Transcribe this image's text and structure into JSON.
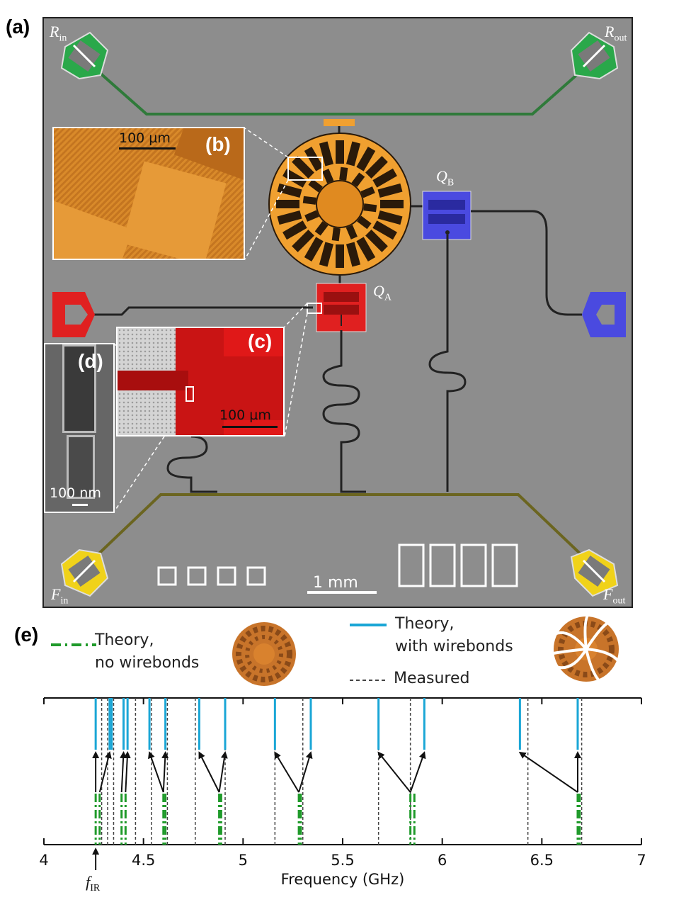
{
  "panels": {
    "a": "(a)",
    "b": "(b)",
    "c": "(c)",
    "d": "(d)",
    "e": "(e)"
  },
  "chip_labels": {
    "r_in": {
      "main": "R",
      "sub": "in"
    },
    "r_out": {
      "main": "R",
      "sub": "out"
    },
    "f_in": {
      "main": "F",
      "sub": "in"
    },
    "f_out": {
      "main": "F",
      "sub": "out"
    },
    "q_a": {
      "main": "Q",
      "sub": "A"
    },
    "q_b": {
      "main": "Q",
      "sub": "B"
    }
  },
  "scale_bars": {
    "b": "100 µm",
    "c": "100 µm",
    "d": "100 nm",
    "chip": "1 mm"
  },
  "legend": {
    "no_wirebonds_line1": "Theory,",
    "no_wirebonds_line2": "no wirebonds",
    "with_wirebonds_line1": "Theory,",
    "with_wirebonds_line2": "with wirebonds",
    "measured": "Measured"
  },
  "colors": {
    "readout": "#2aa84a",
    "flux": "#f0d21a",
    "qubit_a": "#e02020",
    "qubit_b": "#4a4ae0",
    "resonator": "#f0a030",
    "theory_no_wb": "#1f9a2a",
    "theory_with_wb": "#1aa6d6",
    "measured": "#444444"
  },
  "chart_data": {
    "type": "spectrum",
    "xlabel": "Frequency (GHz)",
    "xlim": [
      4,
      7
    ],
    "ticks": [
      4,
      4.5,
      5,
      5.5,
      6,
      6.5,
      7
    ],
    "tick_labels": [
      "4",
      "4.5",
      "5",
      "5.5",
      "6",
      "6.5",
      "7"
    ],
    "special_marker": {
      "x": 4.26,
      "label_main": "f",
      "label_sub": "IR"
    },
    "series": [
      {
        "name": "Theory, no wirebonds",
        "values": [
          4.26,
          4.28,
          4.39,
          4.41,
          4.6,
          4.61,
          4.88,
          4.89,
          5.28,
          5.29,
          5.84,
          5.86,
          6.68,
          6.69
        ]
      },
      {
        "name": "Theory, with wirebonds",
        "values": [
          4.26,
          4.33,
          4.34,
          4.4,
          4.42,
          4.53,
          4.61,
          4.78,
          4.91,
          5.16,
          5.34,
          5.68,
          5.91,
          6.39,
          6.68
        ]
      },
      {
        "name": "Measured",
        "values": [
          4.29,
          4.32,
          4.35,
          4.46,
          4.54,
          4.62,
          4.76,
          4.91,
          5.16,
          5.3,
          5.68,
          5.84,
          6.43,
          6.7
        ]
      }
    ],
    "arrows": [
      {
        "from": 4.26,
        "to": 4.26
      },
      {
        "from": 4.28,
        "to": 4.33
      },
      {
        "from": 4.39,
        "to": 4.4
      },
      {
        "from": 4.41,
        "to": 4.42
      },
      {
        "from": 4.6,
        "to": 4.53
      },
      {
        "from": 4.6,
        "to": 4.61
      },
      {
        "from": 4.88,
        "to": 4.78
      },
      {
        "from": 4.88,
        "to": 4.91
      },
      {
        "from": 5.28,
        "to": 5.16
      },
      {
        "from": 5.28,
        "to": 5.34
      },
      {
        "from": 5.84,
        "to": 5.68
      },
      {
        "from": 5.84,
        "to": 5.91
      },
      {
        "from": 6.68,
        "to": 6.39
      },
      {
        "from": 6.68,
        "to": 6.68
      }
    ]
  }
}
